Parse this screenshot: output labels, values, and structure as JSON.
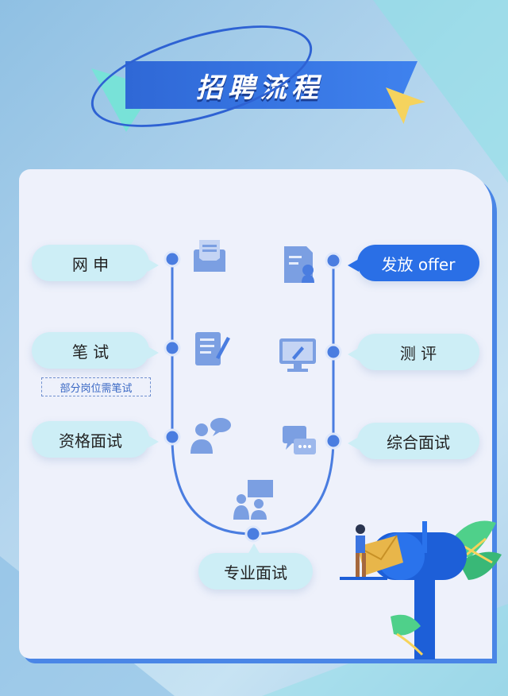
{
  "title": "招聘流程",
  "steps": {
    "apply": "网 申",
    "written_test": "笔 试",
    "written_test_note": "部分岗位需笔试",
    "qualification_interview": "资格面试",
    "professional_interview": "专业面试",
    "comprehensive_interview": "综合面试",
    "assessment": "测 评",
    "offer": "发放 offer"
  },
  "colors": {
    "accent": "#2a6fe6",
    "line": "#4a7de0",
    "pill": "#cdeef6",
    "icon": "#7b9fe2"
  },
  "icons": [
    "envelope-icon",
    "document-pen-icon",
    "chat-person-icon",
    "presenter-icon",
    "chat-bubbles-icon",
    "monitor-pen-icon",
    "certificate-icon",
    "mailbox-icon"
  ]
}
